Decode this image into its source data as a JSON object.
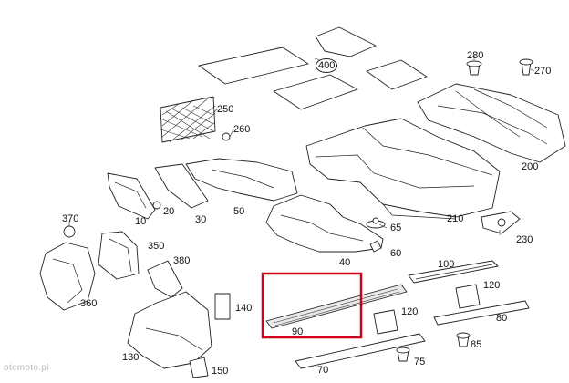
{
  "labels": {
    "l10": "10",
    "l20": "20",
    "l30": "30",
    "l40": "40",
    "l50": "50",
    "l60": "60",
    "l65": "65",
    "l70": "70",
    "l75": "75",
    "l80": "80",
    "l85": "85",
    "l90": "90",
    "l100": "100",
    "l120a": "120",
    "l120b": "120",
    "l130": "130",
    "l140": "140",
    "l150": "150",
    "l200": "200",
    "l210": "210",
    "l230": "230",
    "l250": "250",
    "l260": "260",
    "l270": "270",
    "l280": "280",
    "l350": "350",
    "l360": "360",
    "l370": "370",
    "l380": "380",
    "l400": "400"
  },
  "watermark": "otomoto.pl",
  "highlight": {
    "part": "90",
    "color": "#d0021b"
  }
}
